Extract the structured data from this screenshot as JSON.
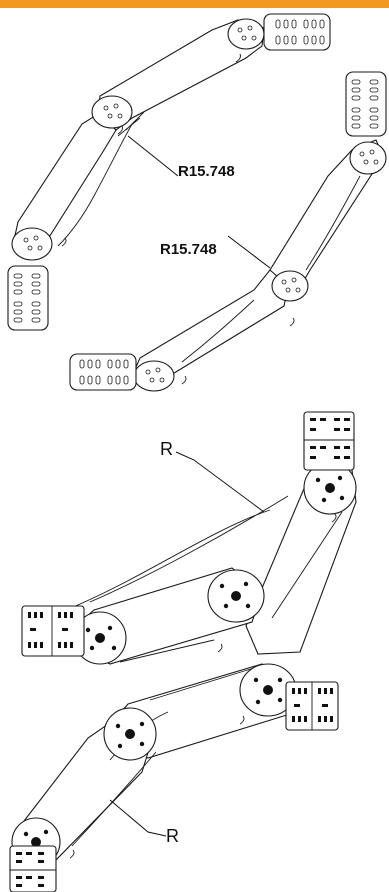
{
  "colors": {
    "accent_bar": "#f39a1e",
    "line": "#1a1a1a"
  },
  "upper_figure": {
    "dimension_label_1": "R15.748",
    "dimension_label_2": "R15.748"
  },
  "lower_figure": {
    "radius_label_1": "R",
    "radius_label_2": "R"
  }
}
